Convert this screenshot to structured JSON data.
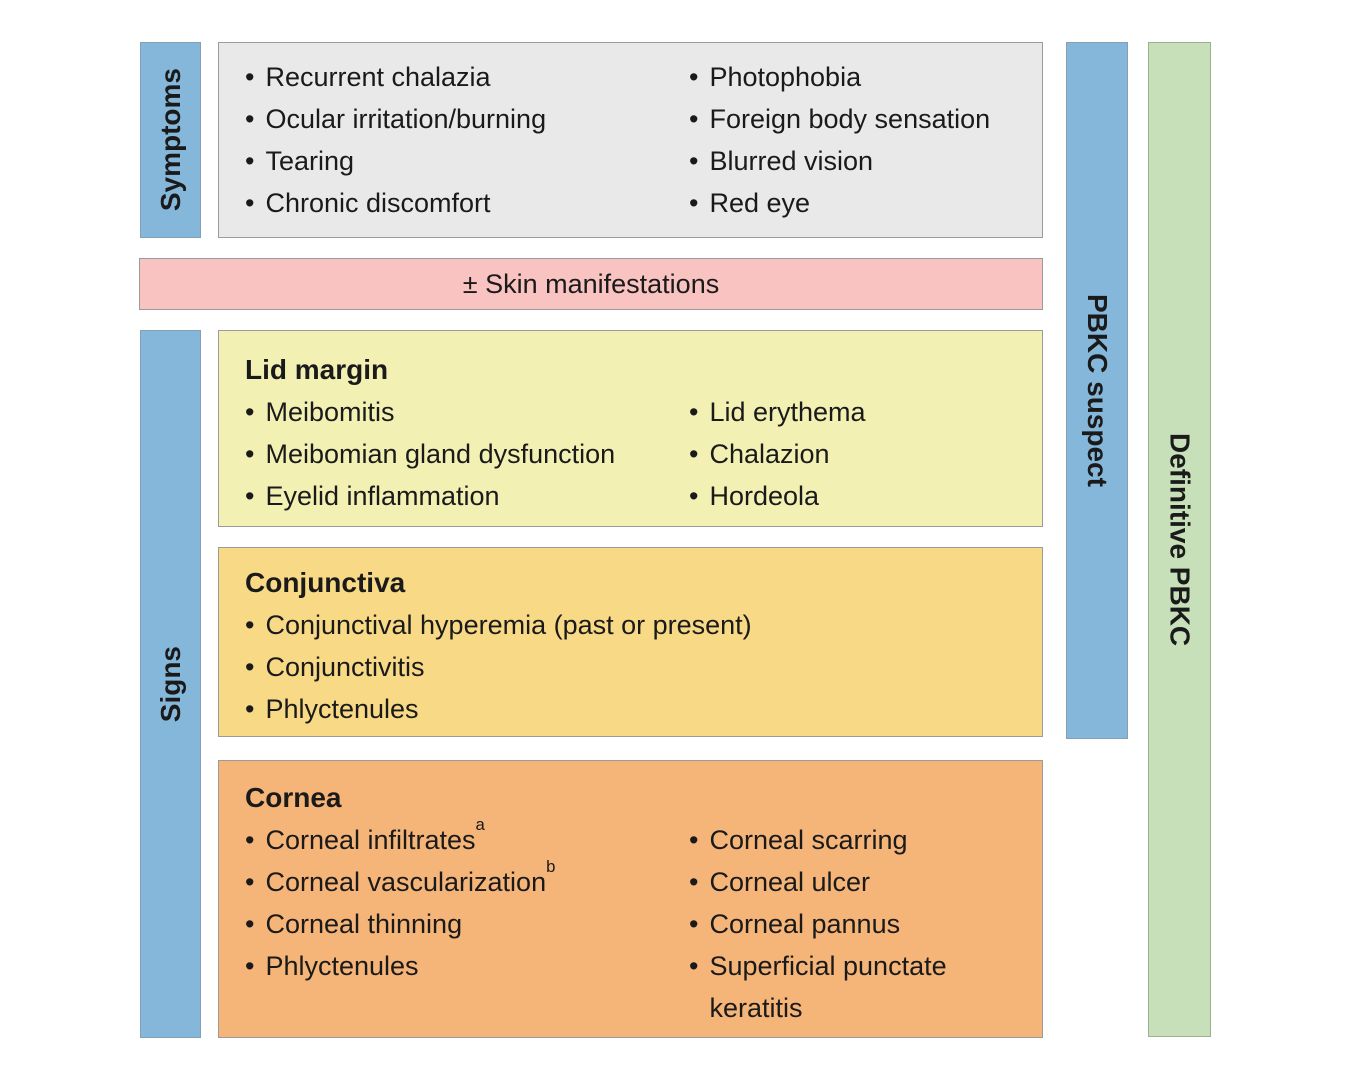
{
  "figure": {
    "rails": {
      "symptoms": "Symptoms",
      "signs": "Signs",
      "pbkc_suspect": "PBKC suspect",
      "definitive_pbkc": "Definitive PBKC"
    },
    "symptoms_box": {
      "col1": [
        "Recurrent chalazia",
        "Ocular irritation/burning",
        "Tearing",
        "Chronic discomfort"
      ],
      "col2": [
        "Photophobia",
        "Foreign body sensation",
        "Blurred vision",
        "Red eye"
      ]
    },
    "skin_bar": "± Skin manifestations",
    "lid_margin_box": {
      "title": "Lid margin",
      "col1": [
        "Meibomitis",
        "Meibomian gland dysfunction",
        "Eyelid inflammation"
      ],
      "col2": [
        "Lid erythema",
        "Chalazion",
        "Hordeola"
      ]
    },
    "conjunctiva_box": {
      "title": "Conjunctiva",
      "items": [
        "Conjunctival hyperemia (past or present)",
        "Conjunctivitis",
        "Phlyctenules"
      ]
    },
    "cornea_box": {
      "title": "Cornea",
      "col1": [
        {
          "text": "Corneal infiltrates",
          "sup": "a"
        },
        {
          "text": "Corneal vascularization",
          "sup": "b"
        },
        {
          "text": "Corneal thinning",
          "sup": ""
        },
        {
          "text": "Phlyctenules",
          "sup": ""
        }
      ],
      "col2": [
        "Corneal scarring",
        "Corneal ulcer",
        "Corneal pannus",
        "Superficial punctate keratitis"
      ]
    },
    "colors": {
      "rail_blue": "#85b7db",
      "rail_green": "#c7e0b9",
      "symptoms_gray": "#e9e9e9",
      "skin_pink": "#f9c3c2",
      "lid_margin_yellow": "#f2f0b3",
      "conjunctiva_gold": "#f8d986",
      "cornea_orange": "#f5b478"
    }
  }
}
